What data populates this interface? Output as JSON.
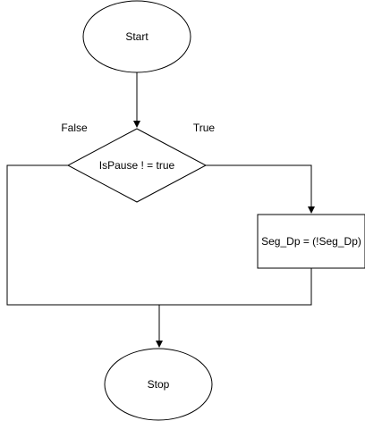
{
  "diagram": {
    "nodes": {
      "start": "Start",
      "decision": "IsPause ! = true",
      "process": "Seg_Dp = (!Seg_Dp)",
      "stop": "Stop"
    },
    "edge_labels": {
      "false_branch": "False",
      "true_branch": "True"
    },
    "colors": {
      "stroke": "#000000",
      "fill": "#ffffff",
      "text": "#000000",
      "background": "#ffffff"
    }
  }
}
